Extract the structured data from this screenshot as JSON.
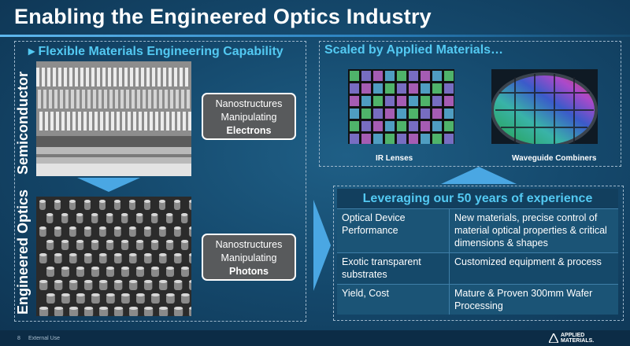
{
  "title": "Enabling the Engineered Optics Industry",
  "left": {
    "heading": "▸ Flexible Materials Engineering Capability",
    "semiconductor_label": "Semiconductor",
    "engineered_label": "Engineered Optics",
    "box_electrons": {
      "line1": "Nanostructures",
      "line2": "Manipulating",
      "line3": "Electrons"
    },
    "box_photons": {
      "line1": "Nanostructures",
      "line2": "Manipulating",
      "line3": "Photons"
    }
  },
  "right": {
    "heading": "Scaled by Applied Materials…",
    "ir_caption": "IR Lenses",
    "wg_caption": "Waveguide Combiners",
    "lev_heading": "Leveraging our 50 years of experience",
    "rows": [
      {
        "a": "Optical Device Performance",
        "b": "New materials, precise control of material optical properties & critical dimensions  & shapes"
      },
      {
        "a": "Exotic transparent substrates",
        "b": "Customized equipment & process"
      },
      {
        "a": "Yield, Cost",
        "b": "Mature & Proven 300mm Wafer Processing"
      }
    ]
  },
  "footer": {
    "page": "8",
    "note": "External Use",
    "logo_line1": "APPLIED",
    "logo_line2": "MATERIALS."
  },
  "colors": {
    "accent_cyan": "#53c9f2",
    "arrow_blue": "#4aa7e3",
    "box_gray": "#585a5c"
  }
}
